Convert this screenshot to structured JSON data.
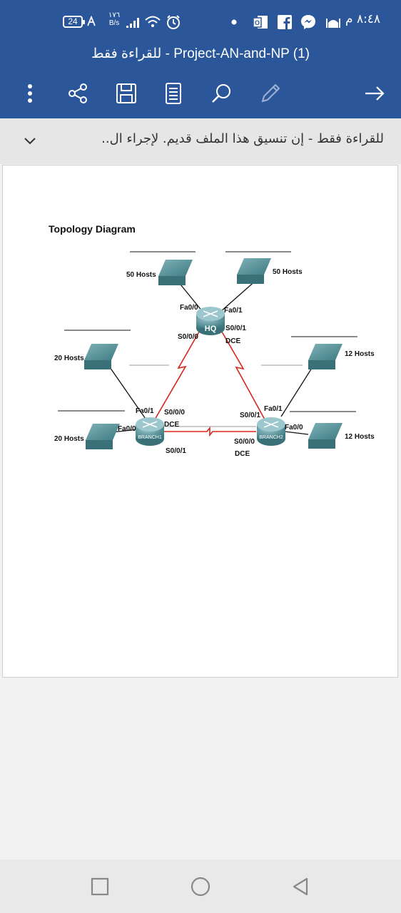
{
  "status_bar": {
    "time": "٨:٤٨ م",
    "battery": "24",
    "net_speed": "١٧٦",
    "net_unit": "B/s",
    "icons": [
      "clock-icon",
      "wifi-icon",
      "signal-icon",
      "data-saver-icon",
      "battery-icon",
      "notification-dot-icon",
      "outlook-icon",
      "facebook-icon",
      "messenger-icon",
      "mosque-icon"
    ]
  },
  "doc_title": "Project-AN-and-NP (1) - للقراءة فقط",
  "toolbar": {
    "icons": [
      "more-options-icon",
      "share-icon",
      "save-icon",
      "reading-mode-icon",
      "search-icon",
      "edit-icon",
      "forward-arrow-icon"
    ]
  },
  "notice": {
    "text": "للقراءة فقط - إن تنسيق هذا الملف قديم. لإجراء ال..",
    "icon": "chevron-down-icon"
  },
  "diagram": {
    "title": "Topology Diagram",
    "hq": {
      "name": "HQ",
      "fa00": "Fa0/0",
      "fa01": "Fa0/1",
      "s000": "S0/0/0",
      "s001": "S0/0/1",
      "dce": "DCE"
    },
    "branch1": {
      "name": "BRANCH1",
      "fa01": "Fa0/1",
      "fa00": "Fa0/0",
      "s000": "S0/0/0",
      "dce": "DCE",
      "s001": "S0/0/1"
    },
    "branch2": {
      "name": "BRANCH2",
      "s001": "S0/0/1",
      "fa01": "Fa0/1",
      "fa00": "Fa0/0",
      "s000": "S0/0/0",
      "dce": "DCE"
    },
    "hosts": {
      "hq_left": "50 Hosts",
      "hq_right": "50 Hosts",
      "b1_top": "20 Hosts",
      "b1_bottom": "20 Hosts",
      "b2_top": "12 Hosts",
      "b2_bottom": "12 Hosts"
    },
    "colors": {
      "serial_link": "#d6261c",
      "device": "#4f8d96",
      "ethernet_link": "#111111"
    }
  },
  "nav_bar": {
    "icons": [
      "recents-icon",
      "home-icon",
      "back-icon"
    ]
  }
}
